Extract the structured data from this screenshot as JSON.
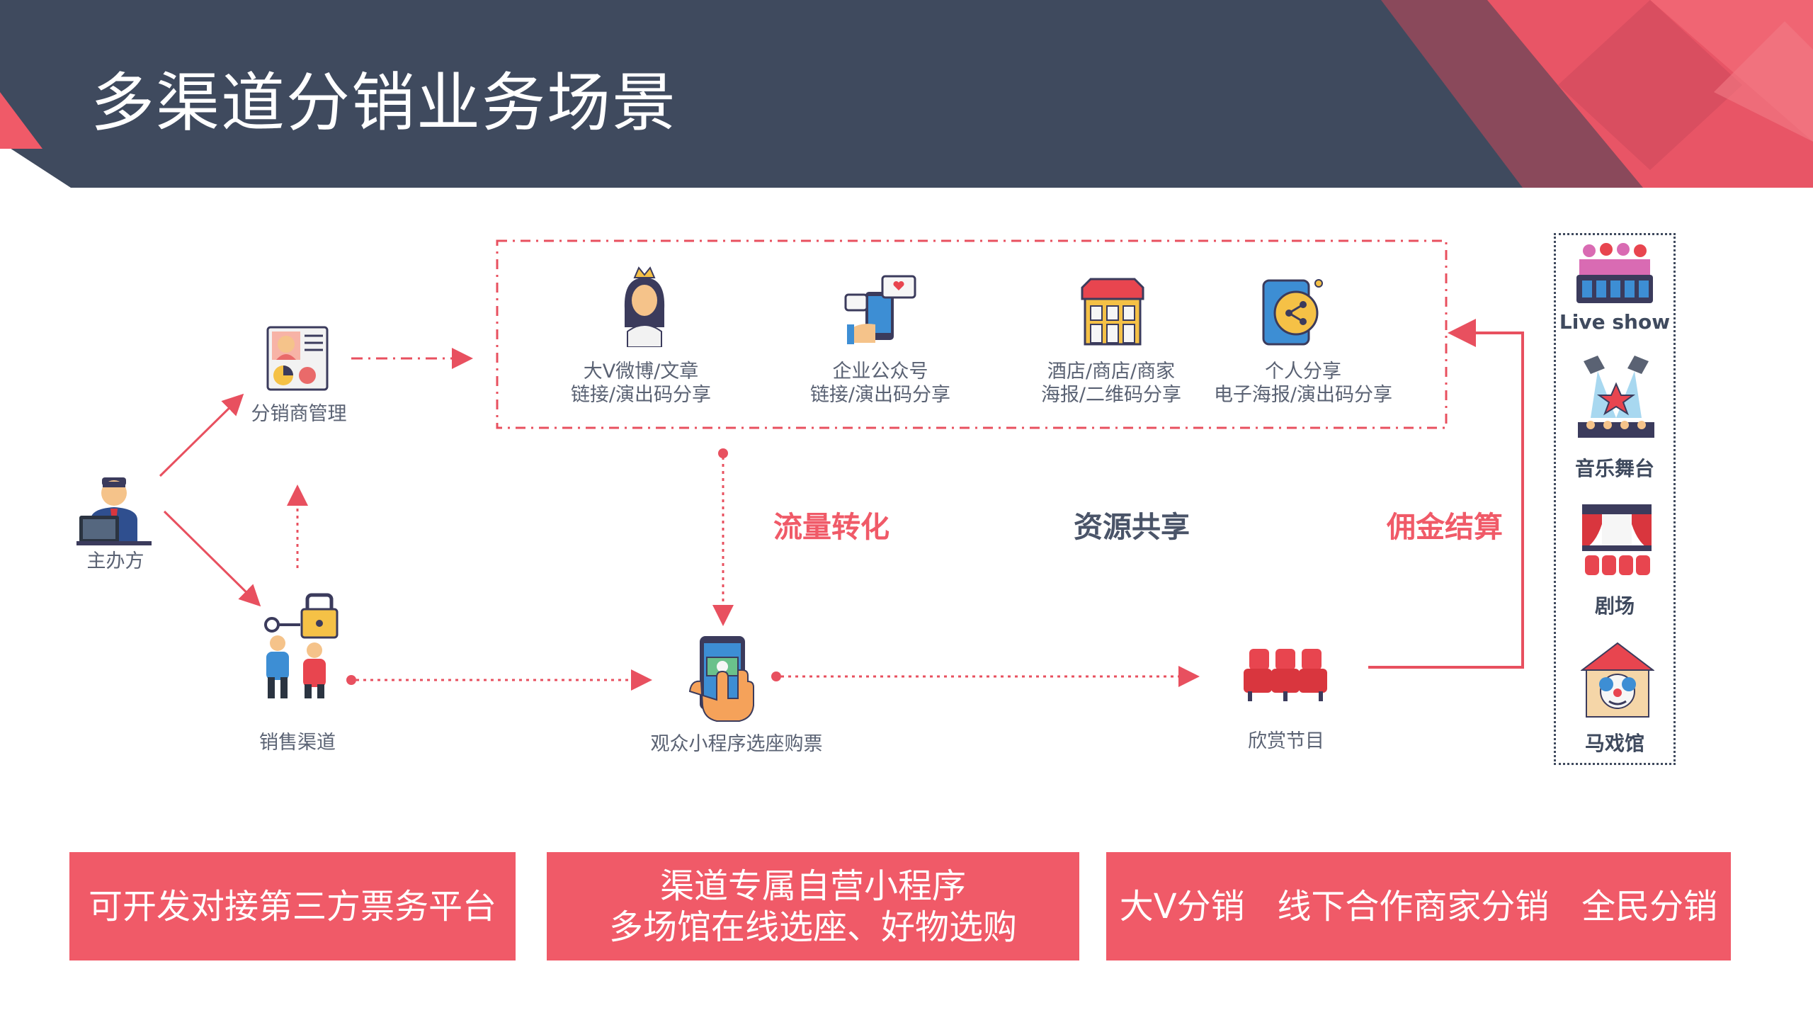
{
  "header": {
    "title": "多渠道分销业务场景"
  },
  "nodes": {
    "organizer": "主办方",
    "distributor_mgmt": "分销商管理",
    "sales_channel": "销售渠道",
    "audience_purchase": "观众小程序选座购票",
    "enjoy_show": "欣赏节目"
  },
  "channels": [
    {
      "line1": "大V微博/文章",
      "line2": "链接/演出码分享",
      "icon": "queen-icon"
    },
    {
      "line1": "企业公众号",
      "line2": "链接/演出码分享",
      "icon": "phone-social-icon"
    },
    {
      "line1": "酒店/商店/商家",
      "line2": "海报/二维码分享",
      "icon": "shop-icon"
    },
    {
      "line1": "个人分享",
      "line2": "电子海报/演出码分享",
      "icon": "share-phone-icon"
    }
  ],
  "flows": {
    "traffic": "流量转化",
    "resources": "资源共享",
    "commission": "佣金结算"
  },
  "venues": [
    {
      "label": "Live show",
      "icon": "concert-crowd-icon"
    },
    {
      "label": "音乐舞台",
      "icon": "stage-spotlight-icon"
    },
    {
      "label": "剧场",
      "icon": "theater-icon"
    },
    {
      "label": "马戏馆",
      "icon": "circus-icon"
    }
  ],
  "buttons": {
    "b1": "可开发对接第三方票务平台",
    "b2_line1": "渠道专属自营小程序",
    "b2_line2": "多场馆在线选座、好物选购",
    "b3": "大V分销   线下合作商家分销   全民分销"
  },
  "colors": {
    "header": "#3f4a5e",
    "accent": "#f05a68",
    "flow_dark": "#4a5468"
  }
}
